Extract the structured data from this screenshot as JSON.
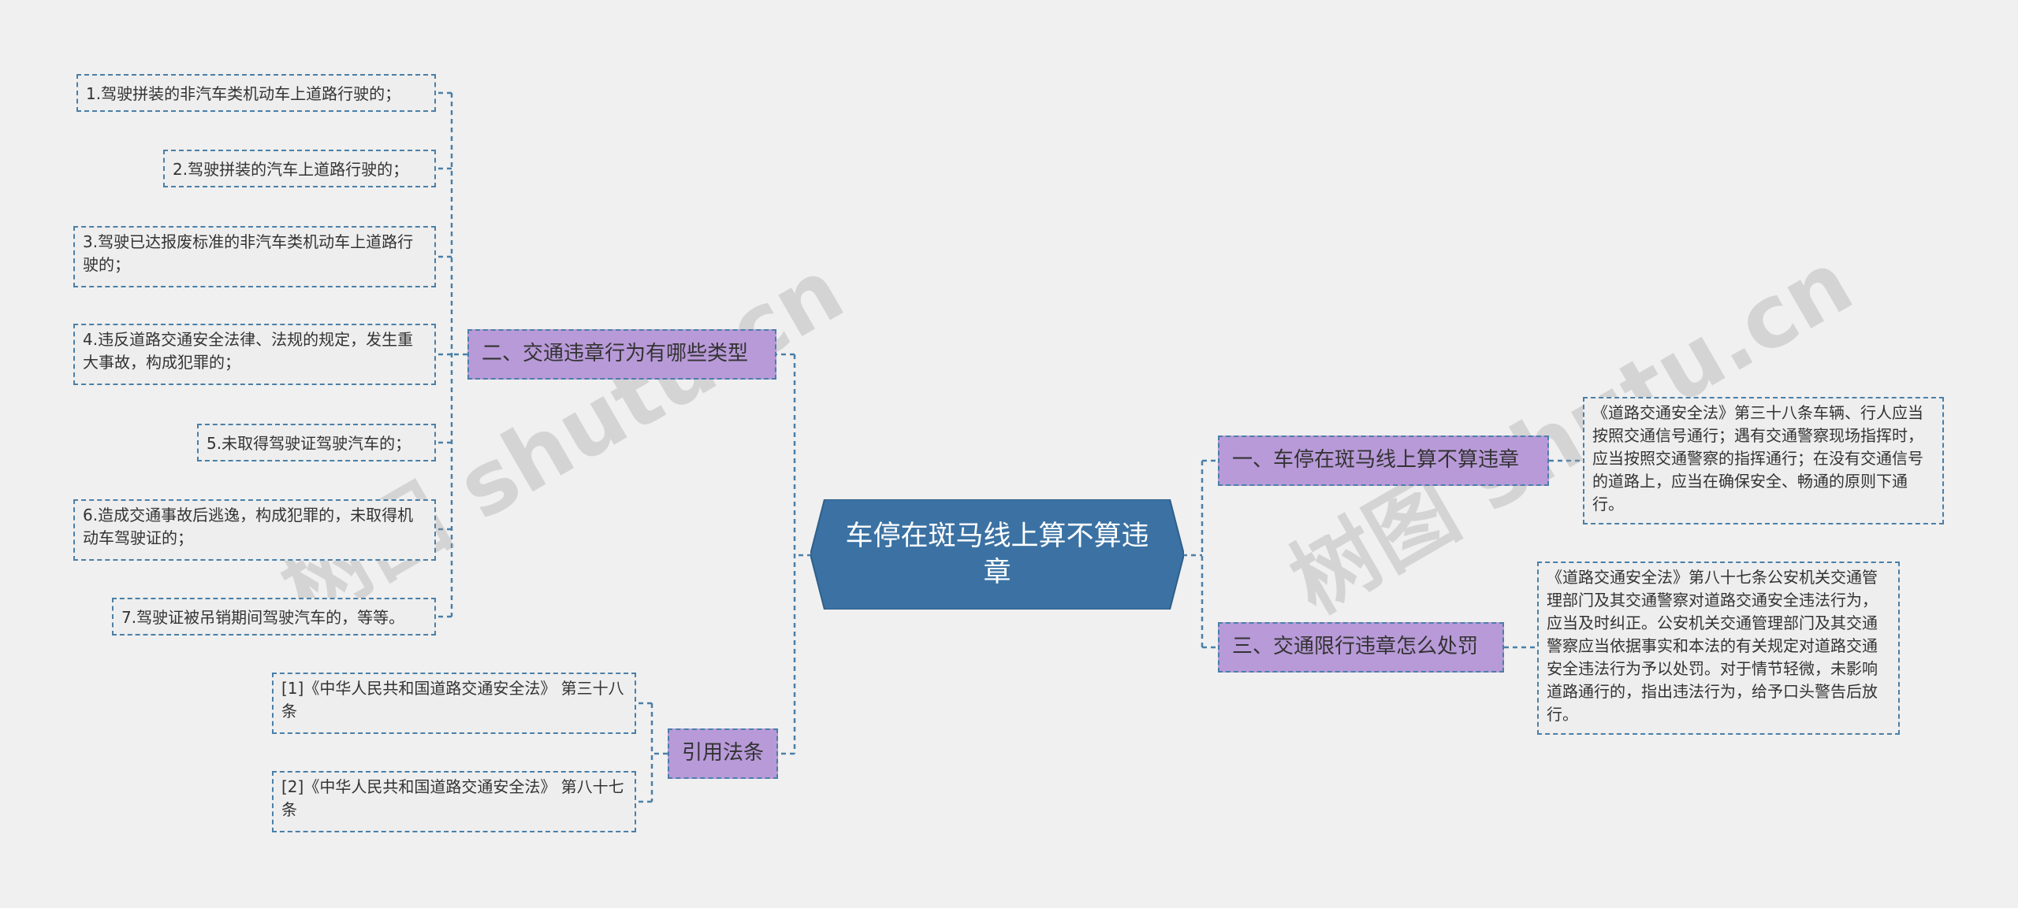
{
  "root": {
    "title": "车停在斑马线上算不算违章"
  },
  "branches": {
    "types": {
      "label": "二、交通违章行为有哪些类型"
    },
    "law": {
      "label": "引用法条"
    },
    "zebra": {
      "label": "一、车停在斑马线上算不算违章"
    },
    "penalty": {
      "label": "三、交通限行违章怎么处罚"
    }
  },
  "type_items": [
    "1.驾驶拼装的非汽车类机动车上道路行驶的；",
    "2.驾驶拼装的汽车上道路行驶的；",
    "3.驾驶已达报废标准的非汽车类机动车上道路行驶的；",
    "4.违反道路交通安全法律、法规的规定，发生重大事故，构成犯罪的；",
    "5.未取得驾驶证驾驶汽车的；",
    "6.造成交通事故后逃逸，构成犯罪的，未取得机动车驾驶证的；",
    "7.驾驶证被吊销期间驾驶汽车的，等等。"
  ],
  "law_items": [
    "[1]《中华人民共和国道路交通安全法》 第三十八条",
    "[2]《中华人民共和国道路交通安全法》 第八十七条"
  ],
  "zebra_text": "《道路交通安全法》第三十八条车辆、行人应当按照交通信号通行；遇有交通警察现场指挥时，应当按照交通警察的指挥通行；在没有交通信号的道路上，应当在确保安全、畅通的原则下通行。",
  "penalty_text": "《道路交通安全法》第八十七条公安机关交通管理部门及其交通警察对道路交通安全违法行为，应当及时纠正。公安机关交通管理部门及其交通警察应当依据事实和本法的有关规定对道路交通安全违法行为予以处罚。对于情节轻微，未影响道路通行的，指出违法行为，给予口头警告后放行。",
  "watermarks": [
    "树图 shutu.cn",
    "树图 shutu.cn"
  ],
  "colors": {
    "root_fill": "#3b72a3",
    "branch_fill": "#b89ad8",
    "leaf_fill": "#eeeeee",
    "connector": "#4a7fa8",
    "background": "#f0f0f0"
  }
}
